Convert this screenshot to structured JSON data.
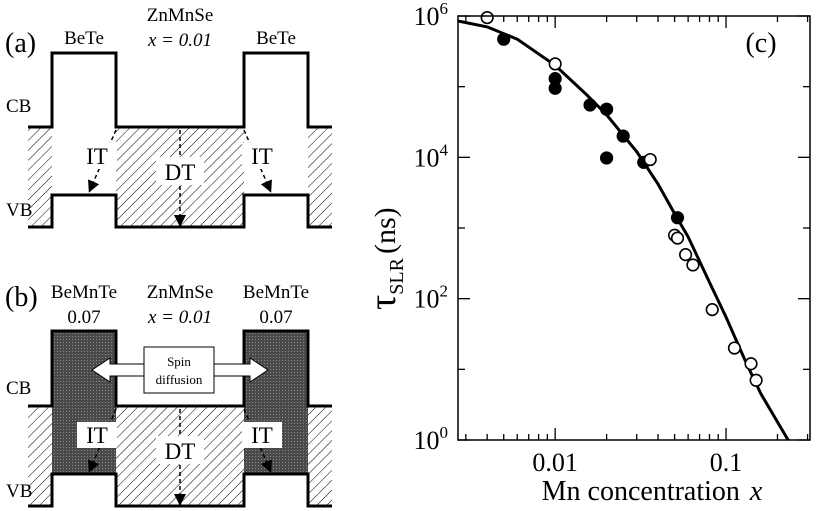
{
  "panel_a": {
    "label": "(a)",
    "barrier_left": "BeTe",
    "barrier_right": "BeTe",
    "well": "ZnMnSe",
    "well_x": "x = 0.01",
    "cb": "CB",
    "vb": "VB",
    "it_left": "IT",
    "it_right": "IT",
    "dt": "DT"
  },
  "panel_b": {
    "label": "(b)",
    "barrier_left": "BeMnTe",
    "barrier_left_x": "0.07",
    "barrier_right": "BeMnTe",
    "barrier_right_x": "0.07",
    "well": "ZnMnSe",
    "well_x": "x = 0.01",
    "spin_line1": "Spin",
    "spin_line2": "diffusion",
    "cb": "CB",
    "vb": "VB",
    "it_left": "IT",
    "it_right": "IT",
    "dt": "DT"
  },
  "chart_data": {
    "type": "scatter",
    "panel_label": "(c)",
    "xlabel": "Mn concentration",
    "xlabel_var": "x",
    "ylabel_sym": "τ",
    "ylabel_sub": "SLR",
    "ylabel_unit": "(ns)",
    "x_scale": "log",
    "y_scale": "log",
    "xlim": [
      0.0027,
      0.31
    ],
    "ylim": [
      1,
      1000000
    ],
    "x_ticks": [
      {
        "value": 0.01,
        "label": "0.01"
      },
      {
        "value": 0.1,
        "label": "0.1"
      }
    ],
    "y_ticks": [
      {
        "value": 1,
        "base": "10",
        "exp": "0"
      },
      {
        "value": 100,
        "base": "10",
        "exp": "2"
      },
      {
        "value": 10000,
        "base": "10",
        "exp": "4"
      },
      {
        "value": 1000000,
        "base": "10",
        "exp": "6"
      }
    ],
    "series": [
      {
        "marker": "filled-circle",
        "x": [
          0.005,
          0.01,
          0.01,
          0.016,
          0.02,
          0.02,
          0.025,
          0.033,
          0.052
        ],
        "y": [
          470000,
          130000,
          95000,
          55000,
          48000,
          9800,
          20000,
          8500,
          1400
        ]
      },
      {
        "marker": "open-circle",
        "x": [
          0.004,
          0.01,
          0.036,
          0.05,
          0.052,
          0.058,
          0.064,
          0.083,
          0.112,
          0.14,
          0.15
        ],
        "y": [
          950000,
          210000,
          9300,
          790,
          720,
          420,
          300,
          70,
          20,
          12,
          7
        ]
      }
    ],
    "fit_curve": {
      "x": [
        0.0027,
        0.004,
        0.006,
        0.01,
        0.015,
        0.02,
        0.03,
        0.04,
        0.05,
        0.06,
        0.08,
        0.1,
        0.13,
        0.16,
        0.2,
        0.24
      ],
      "y": [
        850000,
        700000,
        470000,
        200000,
        80000,
        40000,
        12000,
        4200,
        1600,
        750,
        170,
        55,
        13,
        4.5,
        1.8,
        0.85
      ]
    }
  }
}
